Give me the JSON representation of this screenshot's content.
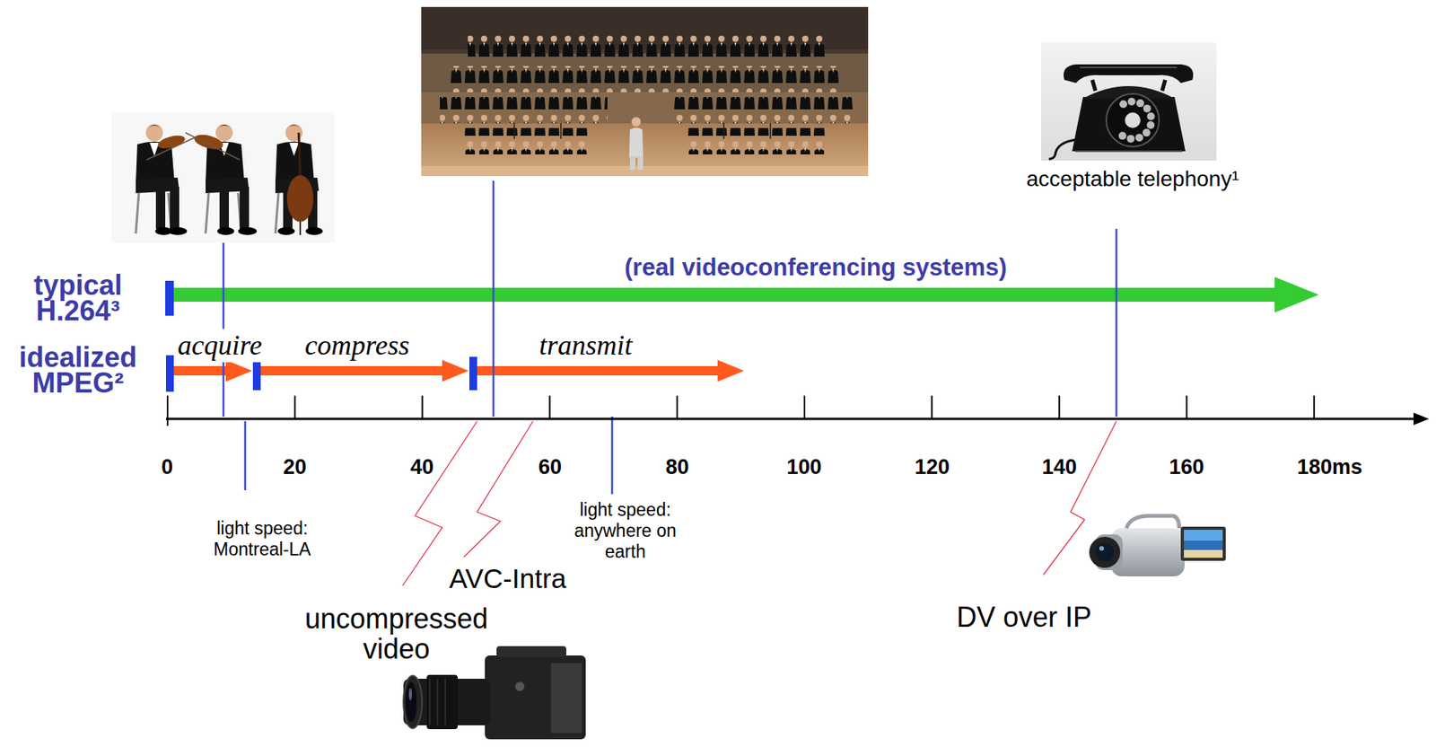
{
  "diagram": {
    "labels": [
      "acceptable telephony¹",
      "typical H.264³",
      "(real videoconferencing systems)",
      "idealized MPEG²",
      "acquire",
      "compress",
      "transmit",
      "0",
      "20",
      "40",
      "60",
      "80",
      "100",
      "120",
      "140",
      "160",
      "180ms",
      "light speed: Montreal-LA",
      "light speed: anywhere on earth",
      "AVC-Intra",
      "uncompressed video",
      "DV over IP"
    ]
  }
}
